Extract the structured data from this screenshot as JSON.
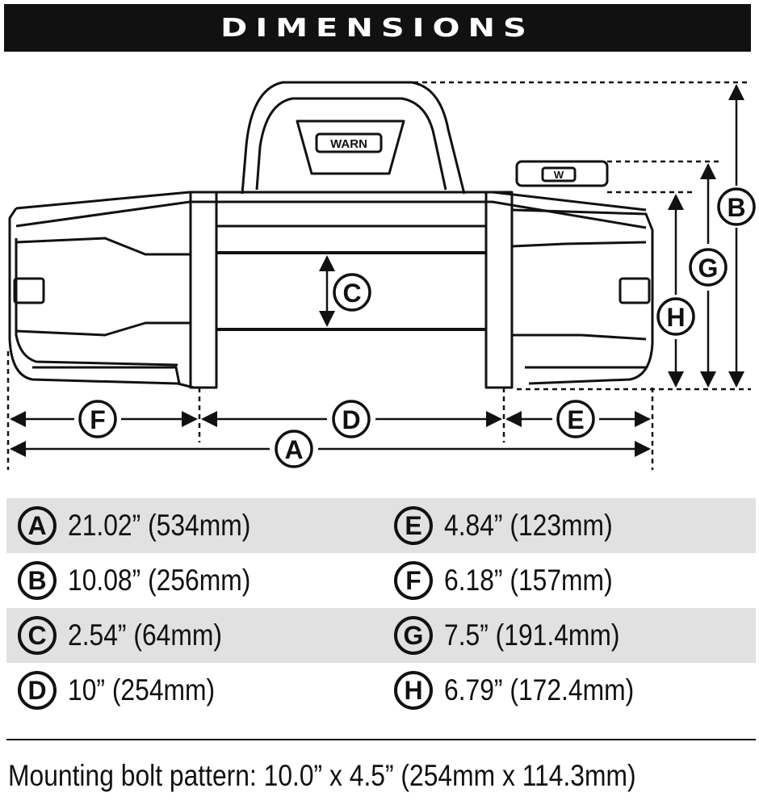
{
  "header": {
    "title": "DIMENSIONS"
  },
  "diagram": {
    "logo_text": "WARN",
    "remote_text": "W",
    "labels": {
      "A": "A",
      "B": "B",
      "C": "C",
      "D": "D",
      "E": "E",
      "F": "F",
      "G": "G",
      "H": "H"
    }
  },
  "specs": {
    "left": [
      {
        "letter": "A",
        "value": "21.02” (534mm)"
      },
      {
        "letter": "B",
        "value": "10.08” (256mm)"
      },
      {
        "letter": "C",
        "value": "2.54” (64mm)"
      },
      {
        "letter": "D",
        "value": "10” (254mm)"
      }
    ],
    "right": [
      {
        "letter": "E",
        "value": "4.84” (123mm)"
      },
      {
        "letter": "F",
        "value": "6.18” (157mm)"
      },
      {
        "letter": "G",
        "value": "7.5” (191.4mm)"
      },
      {
        "letter": "H",
        "value": "6.79” (172.4mm)"
      }
    ]
  },
  "mounting_note": "Mounting bolt pattern: 10.0” x 4.5” (254mm x 114.3mm)",
  "colors": {
    "ink": "#111111",
    "row_shade": "#e1e1e1",
    "header_bg": "#111111"
  }
}
